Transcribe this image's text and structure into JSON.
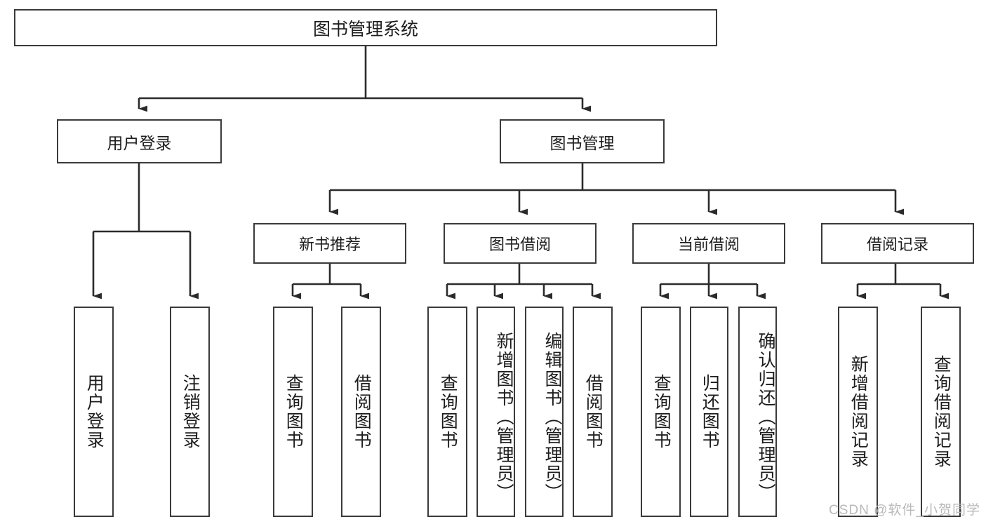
{
  "diagram": {
    "title": "图书管理系统",
    "type": "hierarchy-tree",
    "root": {
      "label": "图书管理系统"
    },
    "level2": [
      {
        "label": "用户登录"
      },
      {
        "label": "图书管理"
      }
    ],
    "level3": [
      {
        "label": "新书推荐"
      },
      {
        "label": "图书借阅"
      },
      {
        "label": "当前借阅"
      },
      {
        "label": "借阅记录"
      }
    ],
    "leaves": {
      "user_login": [
        "用户登录",
        "注销登录"
      ],
      "new_book_recommend": [
        "查询图书",
        "借阅图书"
      ],
      "book_borrow": [
        "查询图书",
        "新增图书（管理员）",
        "编辑图书（管理员）",
        "借阅图书"
      ],
      "current_borrow": [
        "查询图书",
        "归还图书",
        "确认归还（管理员）"
      ],
      "borrow_record": [
        "新增借阅记录",
        "查询借阅记录"
      ]
    }
  },
  "colors": {
    "box_border": "#3a3a3a",
    "box_fill": "#ffffff",
    "text": "#1d1d1d",
    "connector": "#2b2b2b",
    "watermark": "#b9b9b9"
  },
  "watermark": {
    "text": "CSDN @软件_小贺同学"
  }
}
